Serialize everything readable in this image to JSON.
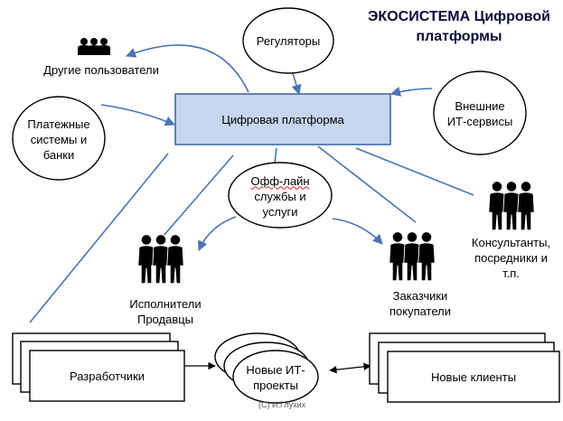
{
  "title": {
    "line1": "ЭКОСИСТЕМА Цифровой",
    "line2": "платформы"
  },
  "nodes": {
    "regulators": "Регуляторы",
    "other_users": "Другие пользователи",
    "digital_platform": "Цифровая платформа",
    "external_it": {
      "line1": "Внешние",
      "line2": "ИТ-сервисы"
    },
    "payment_systems": {
      "line1": "Платежные",
      "line2": "системы и",
      "line3": "банки"
    },
    "offline_services": {
      "line1": "Офф-лайн",
      "line2": "службы и",
      "line3": "услуги"
    },
    "consultants": {
      "line1": "Консультанты,",
      "line2": "посредники и",
      "line3": "т.п."
    },
    "performers": {
      "line1": "Исполнители",
      "line2": "Продавцы"
    },
    "customers": {
      "line1": "Заказчики",
      "line2": "покупатели"
    },
    "developers": "Разработчики",
    "new_it_projects": {
      "line1": "Новые ИТ-",
      "line2": "проекты"
    },
    "new_clients": "Новые клиенты"
  },
  "copyright": "(C) И.Глухих",
  "icons": [
    "people-group-icon",
    "three-persons-icon"
  ],
  "colors": {
    "arrow": "#4a74b4",
    "platform_fill": "#c6d6ee",
    "platform_stroke": "#3f6aa8",
    "title": "#0b0b38"
  }
}
